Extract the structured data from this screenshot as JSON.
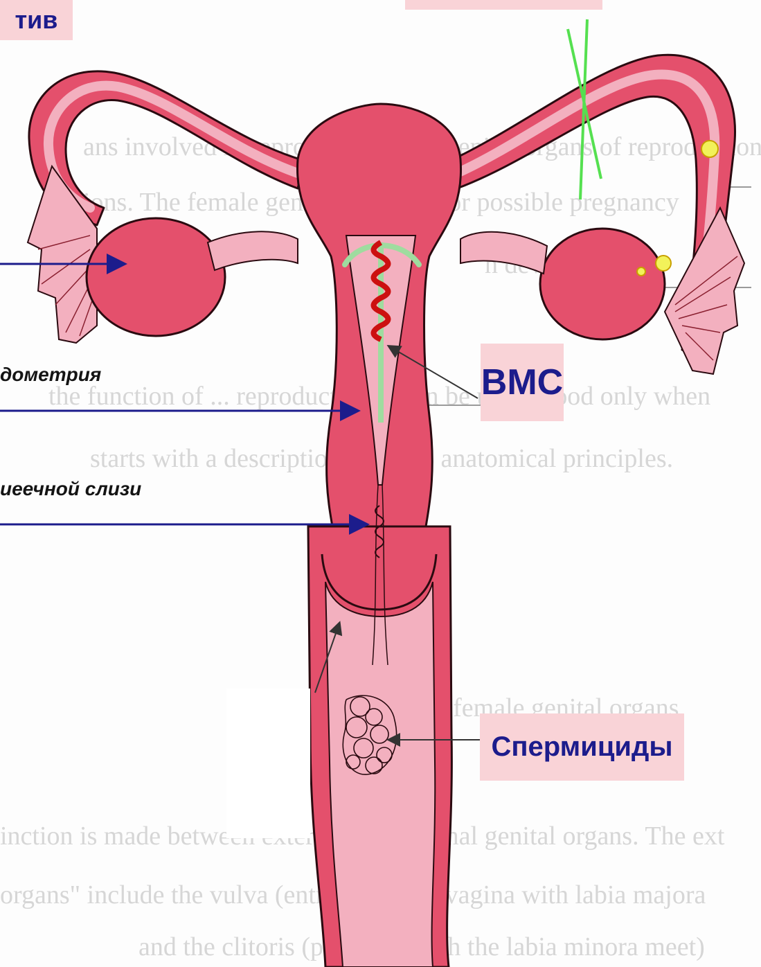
{
  "labels": {
    "top_left": "тив",
    "iud": "ВМС",
    "spermicides": "Спермициды"
  },
  "side_notes": {
    "endometrium": "дометрия",
    "mucus": "иеечной слизи"
  },
  "background_text": [
    "ans involved in reproduction. The genital organs of reproduction",
    "ions. The female genital organs... for possible pregnancy",
    "n development...",
    "the function of ... reproductive ... can be understood only when",
    "starts with a description of the ... anatomical principles.",
    "The internal female genital organs",
    "inction is made between external and internal genital organs. The ext",
    "organs\" include the vulva (entrance to the vagina with labia majora",
    "and the clitoris (point at which the labia minora meet)"
  ],
  "colors": {
    "organ": "#e4506c",
    "organ_outline": "#2a0a10",
    "inner": "#f3b0bf",
    "label_bg": "#f9d3d7",
    "label_text": "#1c1c8c",
    "arrow": "#1c1c8c",
    "ligation": "#55e050",
    "coil": "#cc1010",
    "iud_arms": "#9fdc9f",
    "egg": "#f2f25a"
  }
}
